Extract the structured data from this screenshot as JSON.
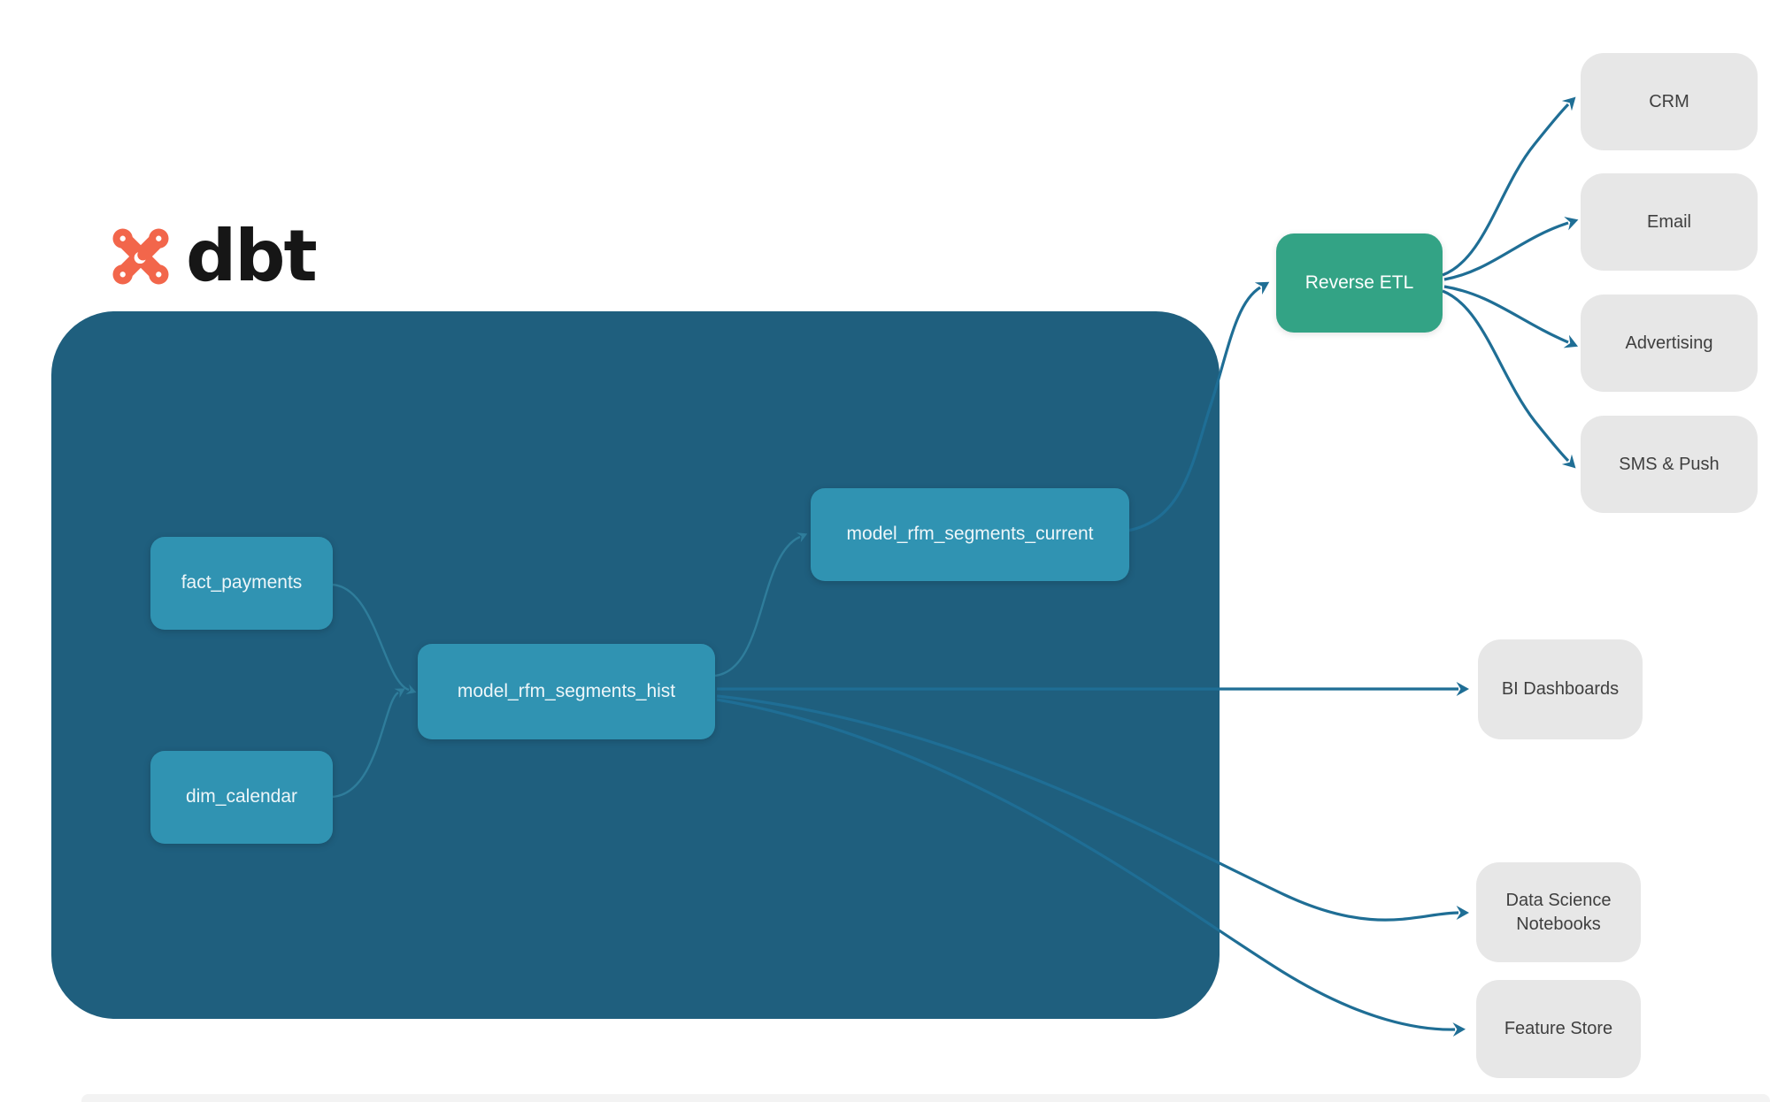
{
  "brand": {
    "logo_text": "dbt",
    "logo_icon": "dbt-star-icon"
  },
  "colors": {
    "background": "#ffffff",
    "container": "#1F5F7E",
    "model_node": "#3093B2",
    "model_node_text": "#EDF6F9",
    "reverse_etl": "#33A385",
    "reverse_etl_text": "#FFFFFF",
    "destination_node": "#E7E7E7",
    "destination_text": "#3F3F3F",
    "edge_internal": "#2F7D9B",
    "edge_external": "#1F6E95",
    "logo_orange": "#F2664B",
    "logo_text_color": "#161616"
  },
  "diagram": {
    "container_group": "dbt",
    "nodes": {
      "fact_payments": {
        "label": "fact_payments",
        "type": "source table"
      },
      "dim_calendar": {
        "label": "dim_calendar",
        "type": "source table"
      },
      "model_rfm_segments_hist": {
        "label": "model_rfm_segments_hist",
        "type": "dbt model"
      },
      "model_rfm_segments_current": {
        "label": "model_rfm_segments_current",
        "type": "dbt model"
      },
      "reverse_etl": {
        "label": "Reverse ETL",
        "type": "process"
      },
      "crm": {
        "label": "CRM",
        "type": "destination"
      },
      "email": {
        "label": "Email",
        "type": "destination"
      },
      "advertising": {
        "label": "Advertising",
        "type": "destination"
      },
      "sms_push": {
        "label": "SMS & Push",
        "type": "destination"
      },
      "bi_dashboards": {
        "label": "BI Dashboards",
        "type": "destination"
      },
      "data_science_notebooks": {
        "label": "Data Science Notebooks",
        "type": "destination"
      },
      "feature_store": {
        "label": "Feature Store",
        "type": "destination"
      }
    },
    "edges": [
      {
        "from": "fact_payments",
        "to": "model_rfm_segments_hist"
      },
      {
        "from": "dim_calendar",
        "to": "model_rfm_segments_hist"
      },
      {
        "from": "model_rfm_segments_hist",
        "to": "model_rfm_segments_current"
      },
      {
        "from": "model_rfm_segments_current",
        "to": "reverse_etl"
      },
      {
        "from": "reverse_etl",
        "to": "crm"
      },
      {
        "from": "reverse_etl",
        "to": "email"
      },
      {
        "from": "reverse_etl",
        "to": "advertising"
      },
      {
        "from": "reverse_etl",
        "to": "sms_push"
      },
      {
        "from": "model_rfm_segments_hist",
        "to": "bi_dashboards"
      },
      {
        "from": "model_rfm_segments_hist",
        "to": "data_science_notebooks"
      },
      {
        "from": "model_rfm_segments_hist",
        "to": "feature_store"
      }
    ]
  }
}
